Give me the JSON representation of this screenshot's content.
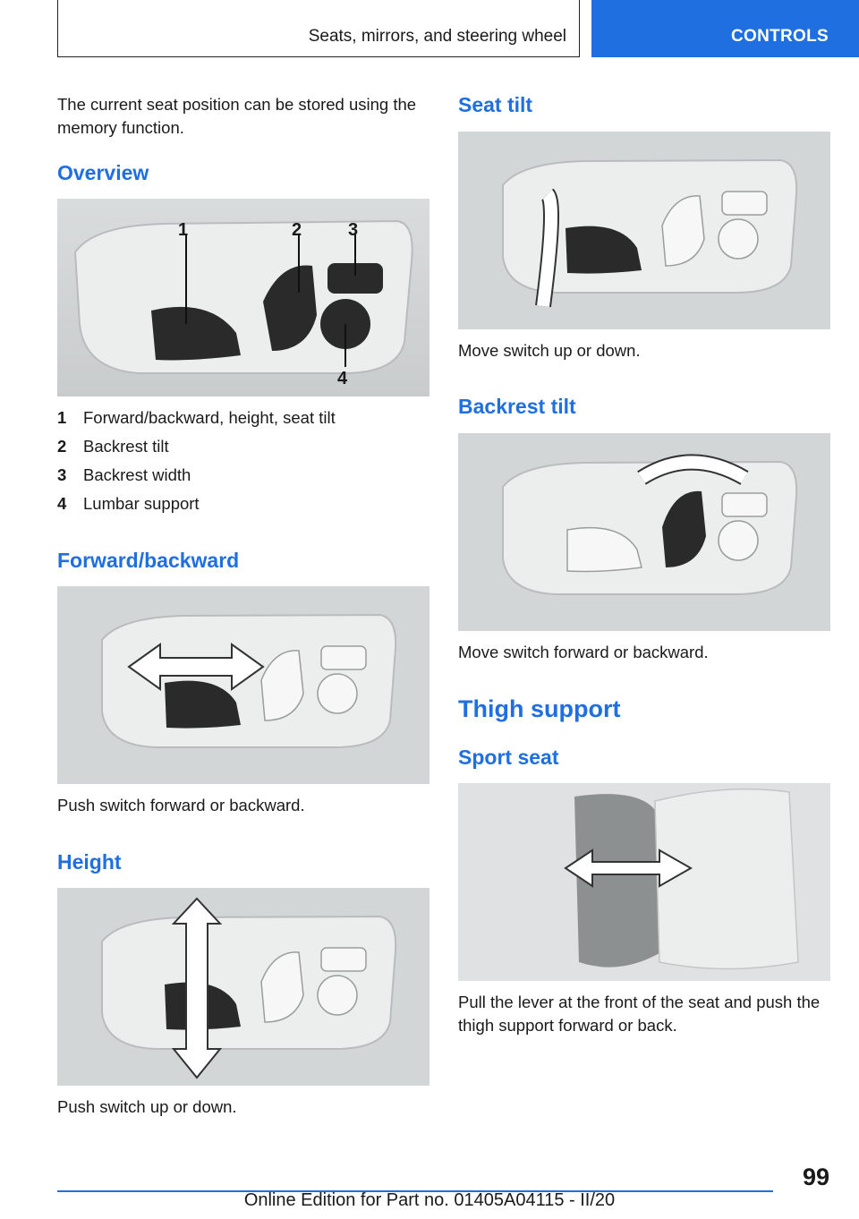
{
  "header": {
    "section": "Seats, mirrors, and steering wheel",
    "chapter": "CONTROLS"
  },
  "left": {
    "intro": "The current seat position can be stored using the memory function.",
    "overview": {
      "heading": "Overview",
      "callouts": [
        "1",
        "2",
        "3",
        "4"
      ],
      "items": [
        {
          "num": "1",
          "text": "Forward/backward, height, seat tilt"
        },
        {
          "num": "2",
          "text": "Backrest tilt"
        },
        {
          "num": "3",
          "text": "Backrest width"
        },
        {
          "num": "4",
          "text": "Lumbar support"
        }
      ]
    },
    "forward": {
      "heading": "Forward/backward",
      "caption": "Push switch forward or backward."
    },
    "height": {
      "heading": "Height",
      "caption": "Push switch up or down."
    }
  },
  "right": {
    "seat_tilt": {
      "heading": "Seat tilt",
      "caption": "Move switch up or down."
    },
    "backrest_tilt": {
      "heading": "Backrest tilt",
      "caption": "Move switch forward or backward."
    },
    "thigh": {
      "heading": "Thigh support",
      "subheading": "Sport seat",
      "caption": "Pull the lever at the front of the seat and push the thigh support forward or back."
    }
  },
  "footer": {
    "page": "99",
    "edition": "Online Edition for Part no. 01405A04115 - II/20"
  },
  "colors": {
    "accent": "#1f6fe0"
  }
}
